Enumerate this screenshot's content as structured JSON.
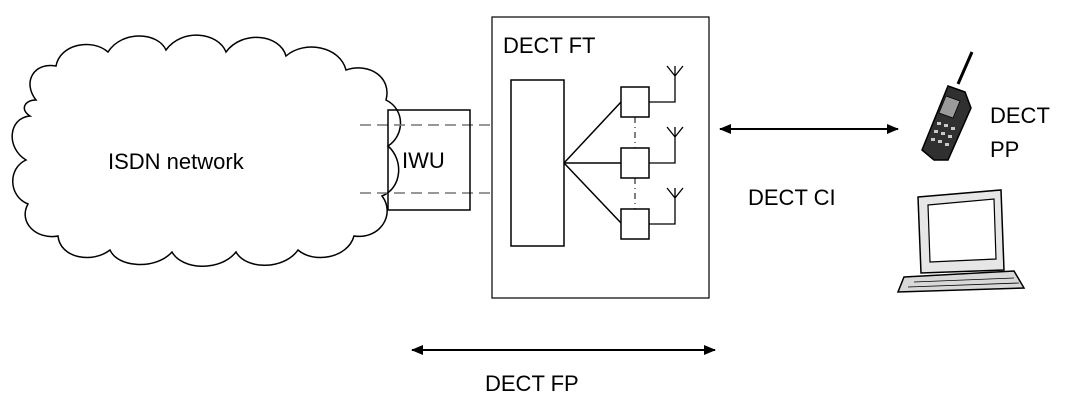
{
  "labels": {
    "cloud": "ISDN network",
    "iwu": "IWU",
    "ft": "DECT FT",
    "pp_line1": "DECT",
    "pp_line2": "PP",
    "ci": "DECT CI",
    "fp": "DECT FP"
  },
  "icons": {
    "cloud": "cloud-icon",
    "handset": "mobile-phone-icon",
    "computer": "laptop-computer-icon",
    "antenna": "antenna-icon"
  },
  "colors": {
    "stroke": "#000000",
    "background": "#ffffff",
    "dash": "#777777"
  }
}
